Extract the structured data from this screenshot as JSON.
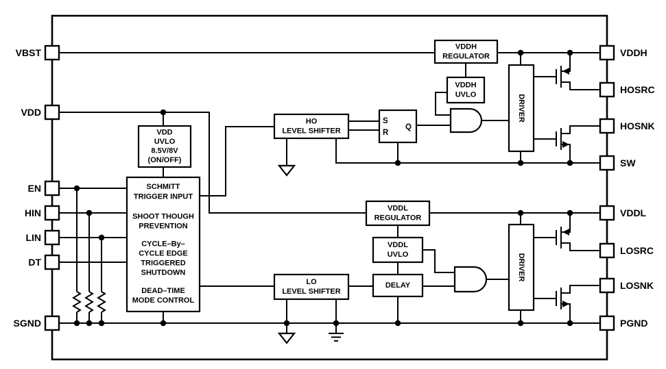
{
  "colors": {
    "line": "#000000",
    "background": "#ffffff"
  },
  "pins": {
    "left": [
      {
        "label": "VBST"
      },
      {
        "label": "VDD"
      },
      {
        "label": "EN"
      },
      {
        "label": "HIN"
      },
      {
        "label": "LIN"
      },
      {
        "label": "DT"
      },
      {
        "label": "SGND"
      }
    ],
    "right": [
      {
        "label": "VDDH"
      },
      {
        "label": "HOSRC"
      },
      {
        "label": "HOSNK"
      },
      {
        "label": "SW"
      },
      {
        "label": "VDDL"
      },
      {
        "label": "LOSRC"
      },
      {
        "label": "LOSNK"
      },
      {
        "label": "PGND"
      }
    ]
  },
  "blocks": {
    "vddh_regulator": {
      "line1": "VDDH",
      "line2": "REGULATOR"
    },
    "vddh_uvlo": {
      "line1": "VDDH",
      "line2": "UVLO"
    },
    "vdd_uvlo": {
      "line1": "VDD",
      "line2": "UVLO",
      "line3": "8.5V/8V",
      "line4": "(ON/OFF)"
    },
    "control": {
      "group1_line1": "SCHMITT",
      "group1_line2": "TRIGGER INPUT",
      "group2_line1": "SHOOT THOUGH",
      "group2_line2": "PREVENTION",
      "group3_line1": "CYCLE–By–",
      "group3_line2": "CYCLE EDGE",
      "group3_line3": "TRIGGERED",
      "group3_line4": "SHUTDOWN",
      "group4_line1": "DEAD–TIME",
      "group4_line2": "MODE CONTROL"
    },
    "ho_level_shifter": {
      "line1": "HO",
      "line2": "LEVEL SHIFTER"
    },
    "lo_level_shifter": {
      "line1": "LO",
      "line2": "LEVEL SHIFTER"
    },
    "sr_latch": {
      "s": "S",
      "r": "R",
      "q": "Q"
    },
    "driver_high": {
      "label": "DRIVER"
    },
    "driver_low": {
      "label": "DRIVER"
    },
    "vddl_regulator": {
      "line1": "VDDL",
      "line2": "REGULATOR"
    },
    "vddl_uvlo": {
      "line1": "VDDL",
      "line2": "UVLO"
    },
    "delay": {
      "line1": "DELAY"
    }
  }
}
